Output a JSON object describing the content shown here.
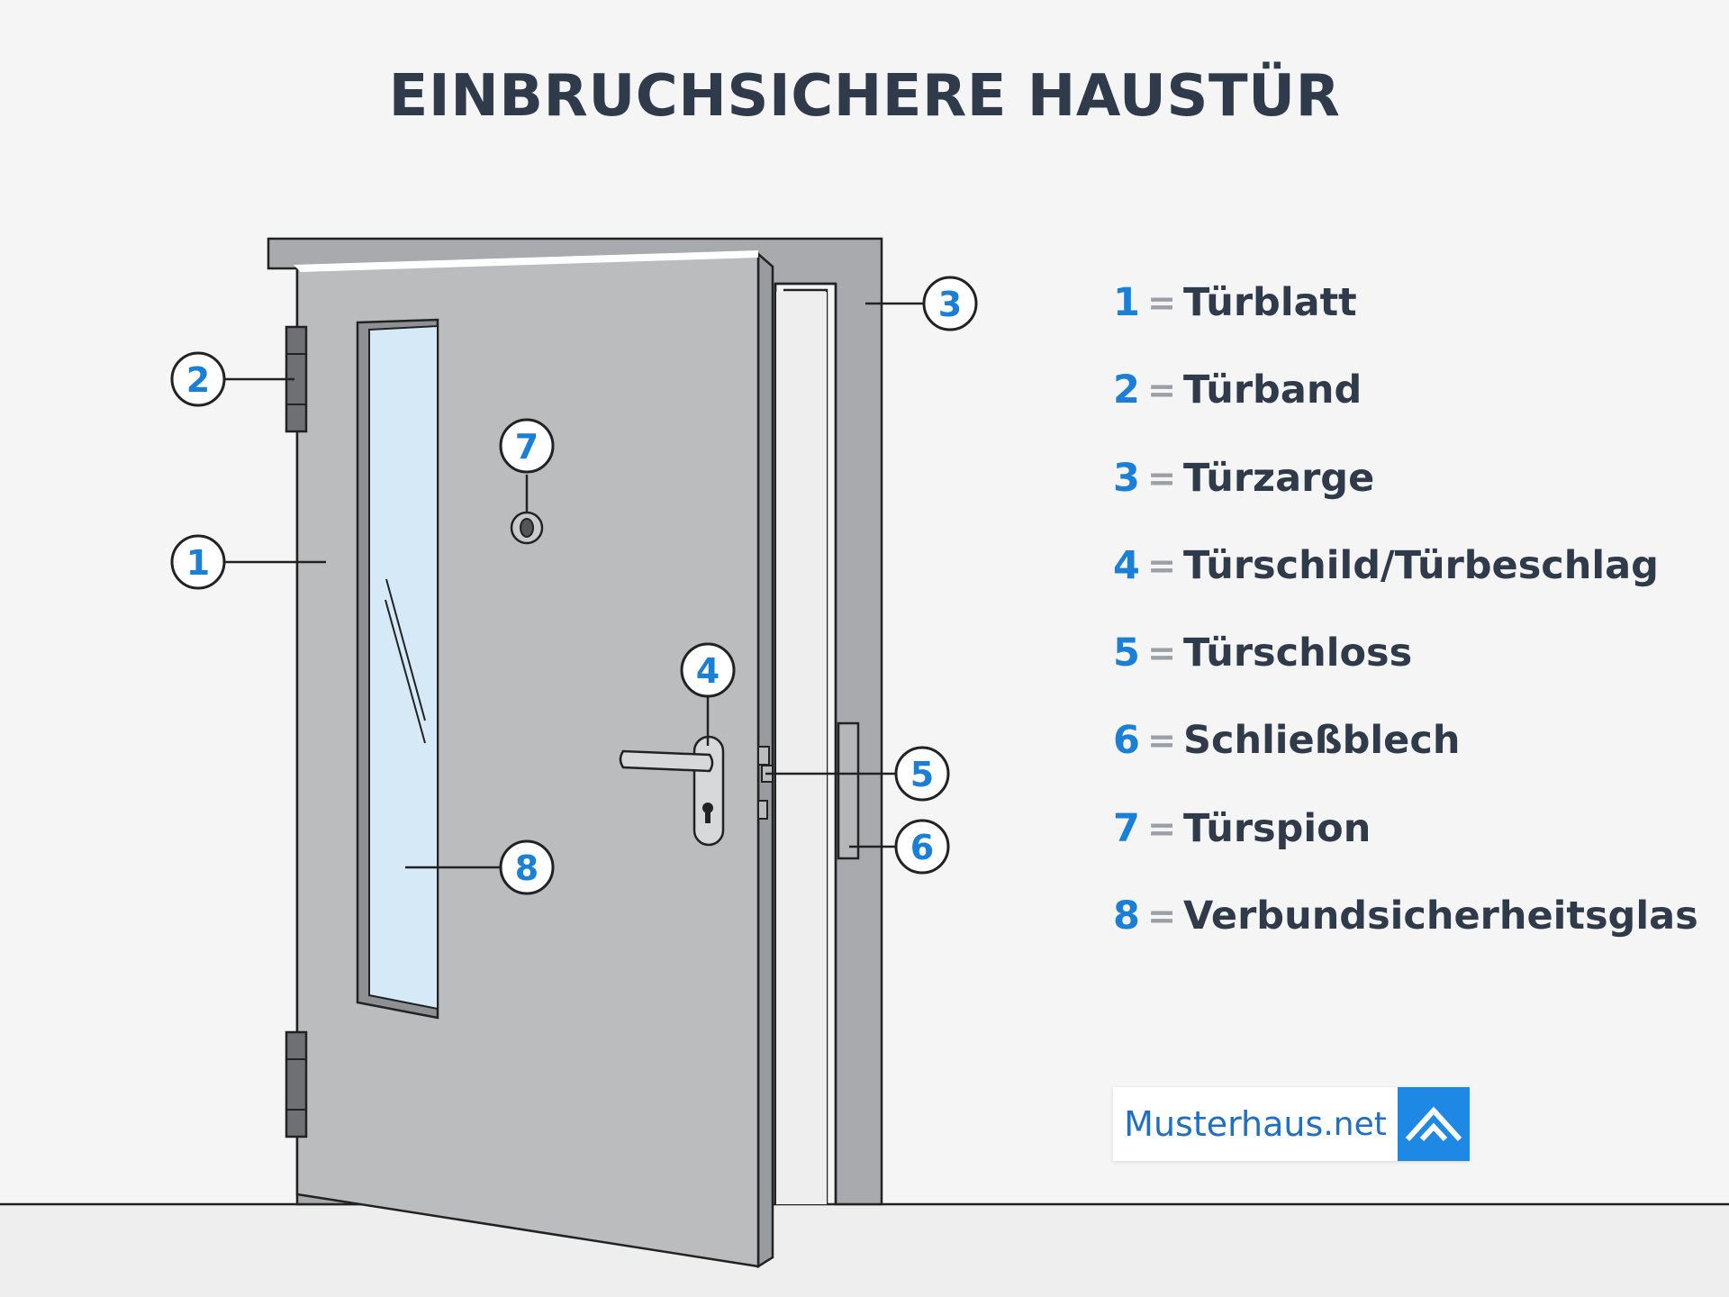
{
  "title": "EINBRUCHSICHERE HAUSTÜR",
  "callouts": [
    "1",
    "2",
    "3",
    "4",
    "5",
    "6",
    "7",
    "8"
  ],
  "legend": [
    {
      "num": "1",
      "eq": "=",
      "label": "Türblatt"
    },
    {
      "num": "2",
      "eq": "=",
      "label": "Türband"
    },
    {
      "num": "3",
      "eq": "=",
      "label": "Türzarge"
    },
    {
      "num": "4",
      "eq": "=",
      "label": "Türschild/Türbeschlag"
    },
    {
      "num": "5",
      "eq": "=",
      "label": "Türschloss"
    },
    {
      "num": "6",
      "eq": "=",
      "label": "Schließblech"
    },
    {
      "num": "7",
      "eq": "=",
      "label": "Türspion"
    },
    {
      "num": "8",
      "eq": "=",
      "label": "Verbundsicherheitsglas"
    }
  ],
  "logo": {
    "name": "Musterhaus",
    "tld": ".net",
    "icon": "house-roof-icon"
  },
  "colors": {
    "accent": "#1a7fd6",
    "title": "#2f3a4a",
    "door": "#bbbcbe",
    "frame": "#a9aaad",
    "glass": "#d5e9f7",
    "background": "#f5f5f5"
  }
}
